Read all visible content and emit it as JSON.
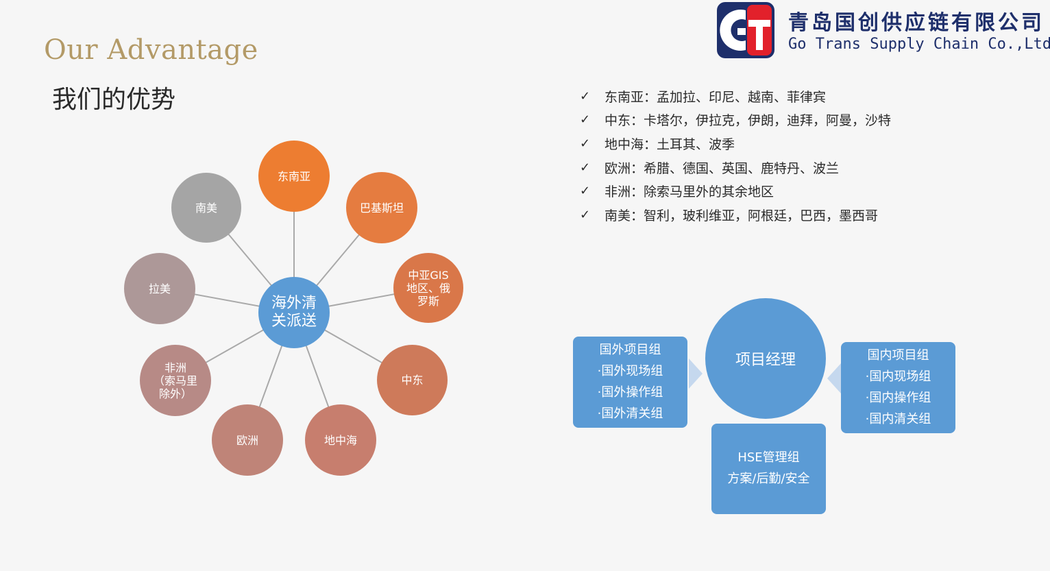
{
  "title": {
    "en": "Our Advantage",
    "cn": "我们的优势"
  },
  "company": {
    "name_cn": "青岛国创供应链有限公司",
    "name_en": "Go Trans Supply Chain Co.,Ltd."
  },
  "brand_colors": {
    "navy": "#1e2f6b",
    "red": "#e2212b",
    "blue": "#5b9bd5"
  },
  "regions": [
    {
      "icon": "check-icon",
      "text": "东南亚：孟加拉、印尼、越南、菲律宾"
    },
    {
      "icon": "check-icon",
      "text": "中东：卡塔尔，伊拉克，伊朗，迪拜，阿曼，沙特"
    },
    {
      "icon": "check-icon",
      "text": "地中海：土耳其、波季"
    },
    {
      "icon": "check-icon",
      "text": "欧洲：希腊、德国、英国、鹿特丹、波兰"
    },
    {
      "icon": "check-icon",
      "text": "非洲：除索马里外的其余地区"
    },
    {
      "icon": "check-icon",
      "text": "南美：智利，玻利维亚，阿根廷，巴西，墨西哥"
    }
  ],
  "check_glyph": "✓",
  "hub": {
    "center": {
      "label": "海外清\n关派送",
      "color": "#5b9bd5"
    },
    "spokes": [
      {
        "id": "southeast-asia",
        "label": "东南亚",
        "color": "#ed7d31"
      },
      {
        "id": "pakistan",
        "label": "巴基斯坦",
        "color": "#e57c40"
      },
      {
        "id": "central-asia",
        "label": "中亚GIS\n地区、俄\n罗斯",
        "color": "#d97749"
      },
      {
        "id": "middle-east",
        "label": "中东",
        "color": "#ce7a5a"
      },
      {
        "id": "mediterranean",
        "label": "地中海",
        "color": "#c77e6e"
      },
      {
        "id": "europe",
        "label": "欧洲",
        "color": "#bf8478"
      },
      {
        "id": "africa",
        "label": "非洲\n（索马里\n除外）",
        "color": "#b78a86"
      },
      {
        "id": "latin-america",
        "label": "拉美",
        "color": "#ad9898"
      },
      {
        "id": "south-america",
        "label": "南美",
        "color": "#a5a5a5"
      }
    ]
  },
  "org": {
    "manager": "项目经理",
    "overseas": {
      "title": "国外项目组",
      "items": [
        "·国外现场组",
        "·国外操作组",
        "·国外清关组"
      ]
    },
    "domestic": {
      "title": "国内项目组",
      "items": [
        "·国内现场组",
        "·国内操作组",
        "·国内清关组"
      ]
    },
    "hse": {
      "title": "HSE管理组",
      "sub": "方案/后勤/安全"
    }
  }
}
